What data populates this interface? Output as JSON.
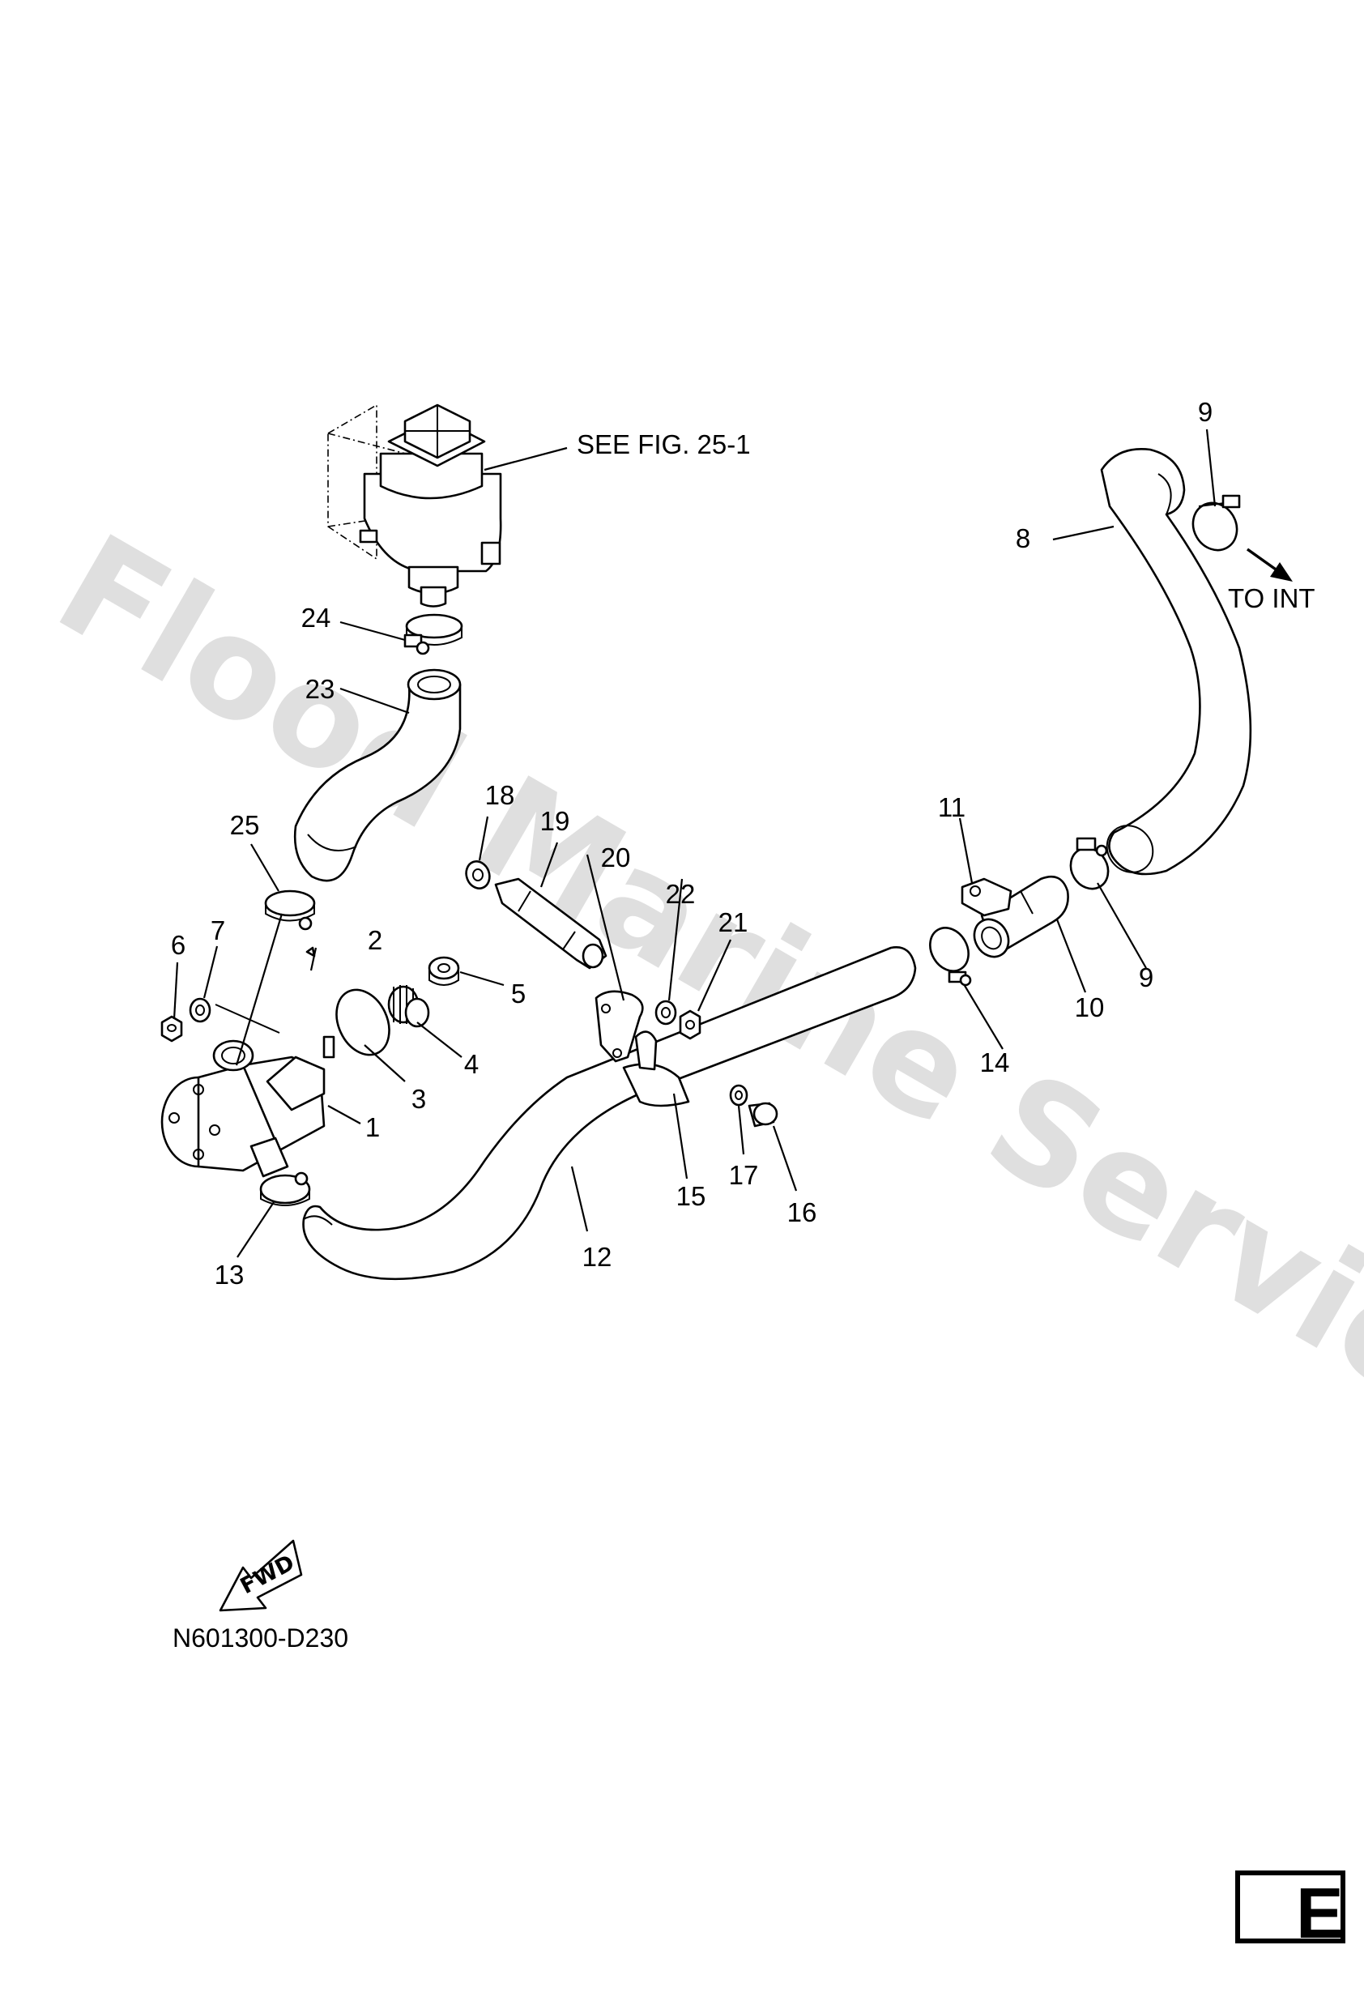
{
  "watermark": "Flood Marine Services",
  "callouts": {
    "see_fig": "SEE FIG. 25-1",
    "to_int": "TO INT"
  },
  "fwd_label": "FWD",
  "diagram_code": "N601300-D230",
  "section_mark": "E",
  "part_numbers": {
    "p1": "1",
    "p2": "2",
    "p3": "3",
    "p4": "4",
    "p5": "5",
    "p6": "6",
    "p7": "7",
    "p8": "8",
    "p9a": "9",
    "p9b": "9",
    "p10": "10",
    "p11": "11",
    "p12": "12",
    "p13": "13",
    "p14": "14",
    "p15": "15",
    "p16": "16",
    "p17": "17",
    "p18": "18",
    "p19": "19",
    "p20": "20",
    "p21": "21",
    "p22": "22",
    "p23": "23",
    "p24": "24",
    "p25": "25"
  }
}
